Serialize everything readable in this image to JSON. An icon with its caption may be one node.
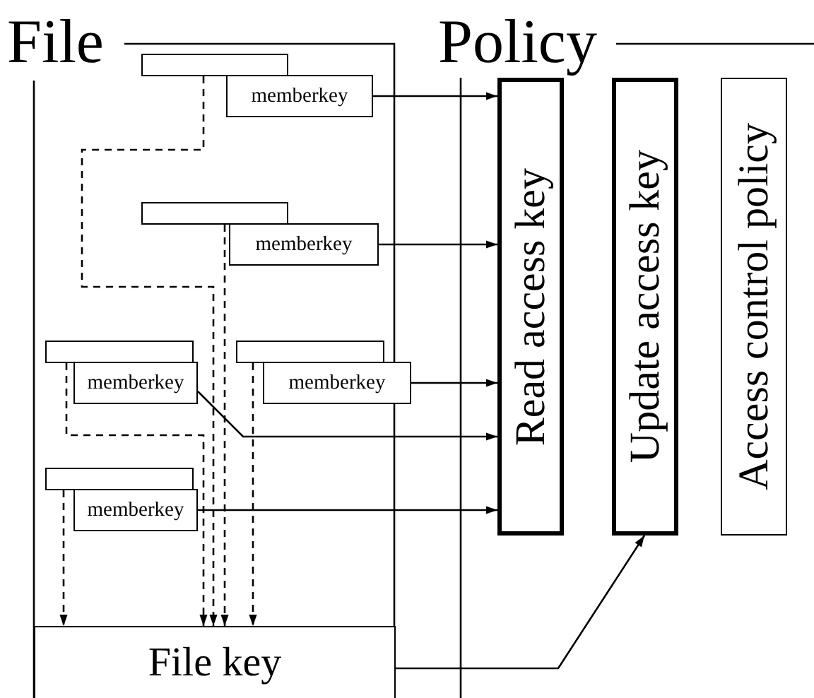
{
  "diagram": {
    "nodes": [
      {
        "text": [
          "File"
        ]
      },
      {
        "text": [],
        "shape": "box",
        "in": 0
      },
      {
        "text": [
          "memberkey"
        ],
        "in": 0
      },
      {
        "text": [],
        "shape": "box",
        "in": 0
      },
      {
        "text": [
          "memberkey"
        ],
        "in": 0
      },
      {
        "text": [],
        "shape": "box",
        "in": 0
      },
      {
        "text": [
          "memberkey"
        ],
        "in": 0
      },
      {
        "text": [],
        "shape": "box",
        "in": 0
      },
      {
        "text": [
          "memberkey"
        ],
        "in": 0
      },
      {
        "text": [],
        "shape": "box",
        "in": 0
      },
      {
        "text": [
          "memberkey"
        ],
        "in": 0
      },
      {
        "text": [
          "File key"
        ],
        "in": 0
      },
      {
        "text": [
          "Policy"
        ]
      },
      {
        "text": [
          "Read access key"
        ],
        "in": 12
      },
      {
        "text": [
          "Update access key"
        ],
        "in": 12
      },
      {
        "text": [
          "Access control policy"
        ],
        "in": 12
      }
    ],
    "edges": [
      {
        "from": 2,
        "to": 13,
        "arrow": "to"
      },
      {
        "from": 4,
        "to": 13,
        "arrow": "to"
      },
      {
        "from": 6,
        "to": 13,
        "arrow": "to"
      },
      {
        "from": 8,
        "to": 13,
        "arrow": "to"
      },
      {
        "from": 10,
        "to": 13,
        "arrow": "to"
      },
      {
        "from": 11,
        "to": 14,
        "arrow": "to"
      },
      {
        "from": 1,
        "to": 11,
        "arrow": "to",
        "style": "dashed"
      },
      {
        "from": 3,
        "to": 11,
        "arrow": "to",
        "style": "dashed"
      },
      {
        "from": 5,
        "to": 11,
        "arrow": "to",
        "style": "dashed"
      },
      {
        "from": 7,
        "to": 11,
        "arrow": "to",
        "style": "dashed"
      },
      {
        "from": 9,
        "to": 11,
        "arrow": "to",
        "style": "dashed"
      }
    ]
  }
}
